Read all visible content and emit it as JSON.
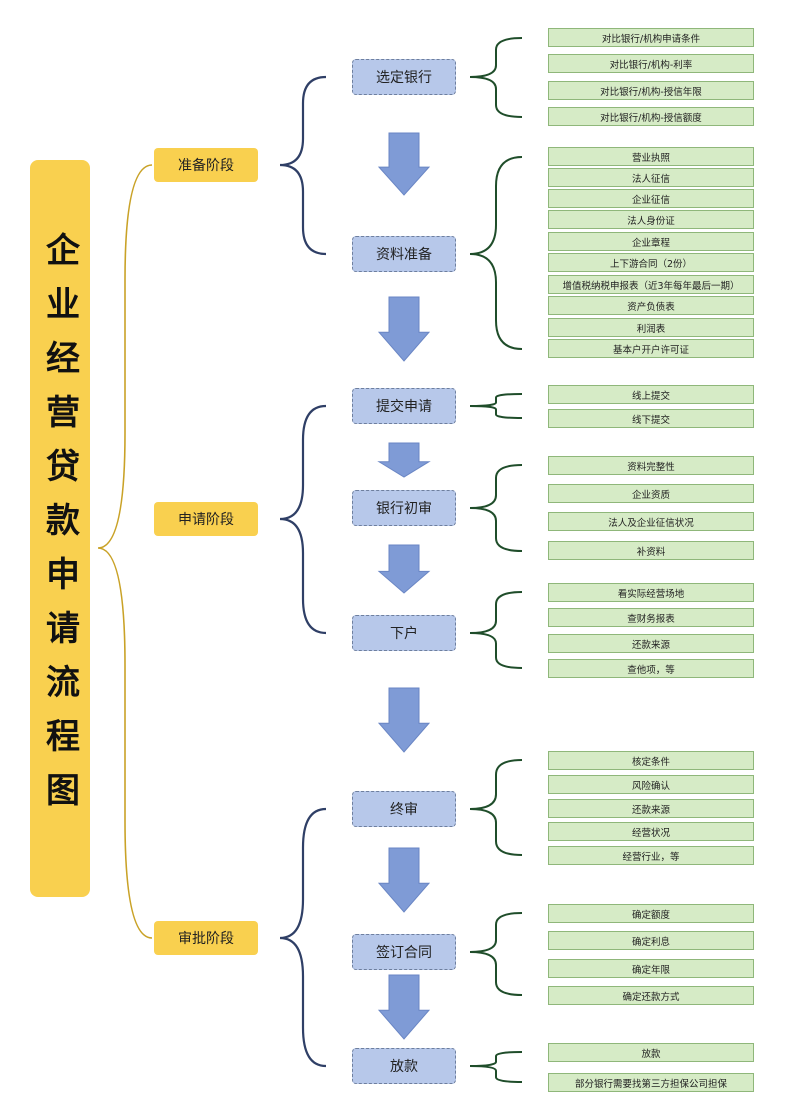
{
  "title": "企业经营贷款申请流程图",
  "phases": [
    {
      "label": "准备阶段",
      "steps": [
        {
          "label": "选定银行",
          "items": [
            "对比银行/机构申请条件",
            "对比银行/机构-利率",
            "对比银行/机构-授信年限",
            "对比银行/机构-授信额度"
          ]
        },
        {
          "label": "资料准备",
          "items": [
            "营业执照",
            "法人征信",
            "企业征信",
            "法人身份证",
            "企业章程",
            "上下游合同（2份）",
            "增值税纳税申报表（近3年每年最后一期）",
            "资产负债表",
            "利润表",
            "基本户开户许可证"
          ]
        }
      ]
    },
    {
      "label": "申请阶段",
      "steps": [
        {
          "label": "提交申请",
          "items": [
            "线上提交",
            "线下提交"
          ]
        },
        {
          "label": "银行初审",
          "items": [
            "资料完整性",
            "企业资质",
            "法人及企业征信状况",
            "补资料"
          ]
        },
        {
          "label": "下户",
          "items": [
            "看实际经营场地",
            "查财务报表",
            "还款来源",
            "查他项，等"
          ]
        }
      ]
    },
    {
      "label": "审批阶段",
      "steps": [
        {
          "label": "终审",
          "items": [
            "核定条件",
            "风险确认",
            "还款来源",
            "经营状况",
            "经营行业，等"
          ]
        },
        {
          "label": "签订合同",
          "items": [
            "确定额度",
            "确定利息",
            "确定年限",
            "确定还款方式"
          ]
        },
        {
          "label": "放款",
          "items": [
            "放款",
            "部分银行需要找第三方担保公司担保"
          ]
        }
      ]
    }
  ],
  "colors": {
    "phase_fill": "#f9d04f",
    "step_fill": "#b7c8ea",
    "leaf_fill": "#d6ebc6",
    "bracket_title": "#c9a227",
    "bracket_phase": "#2f3f66",
    "bracket_step": "#1f4d2a",
    "arrow": "#7f9bd6"
  }
}
